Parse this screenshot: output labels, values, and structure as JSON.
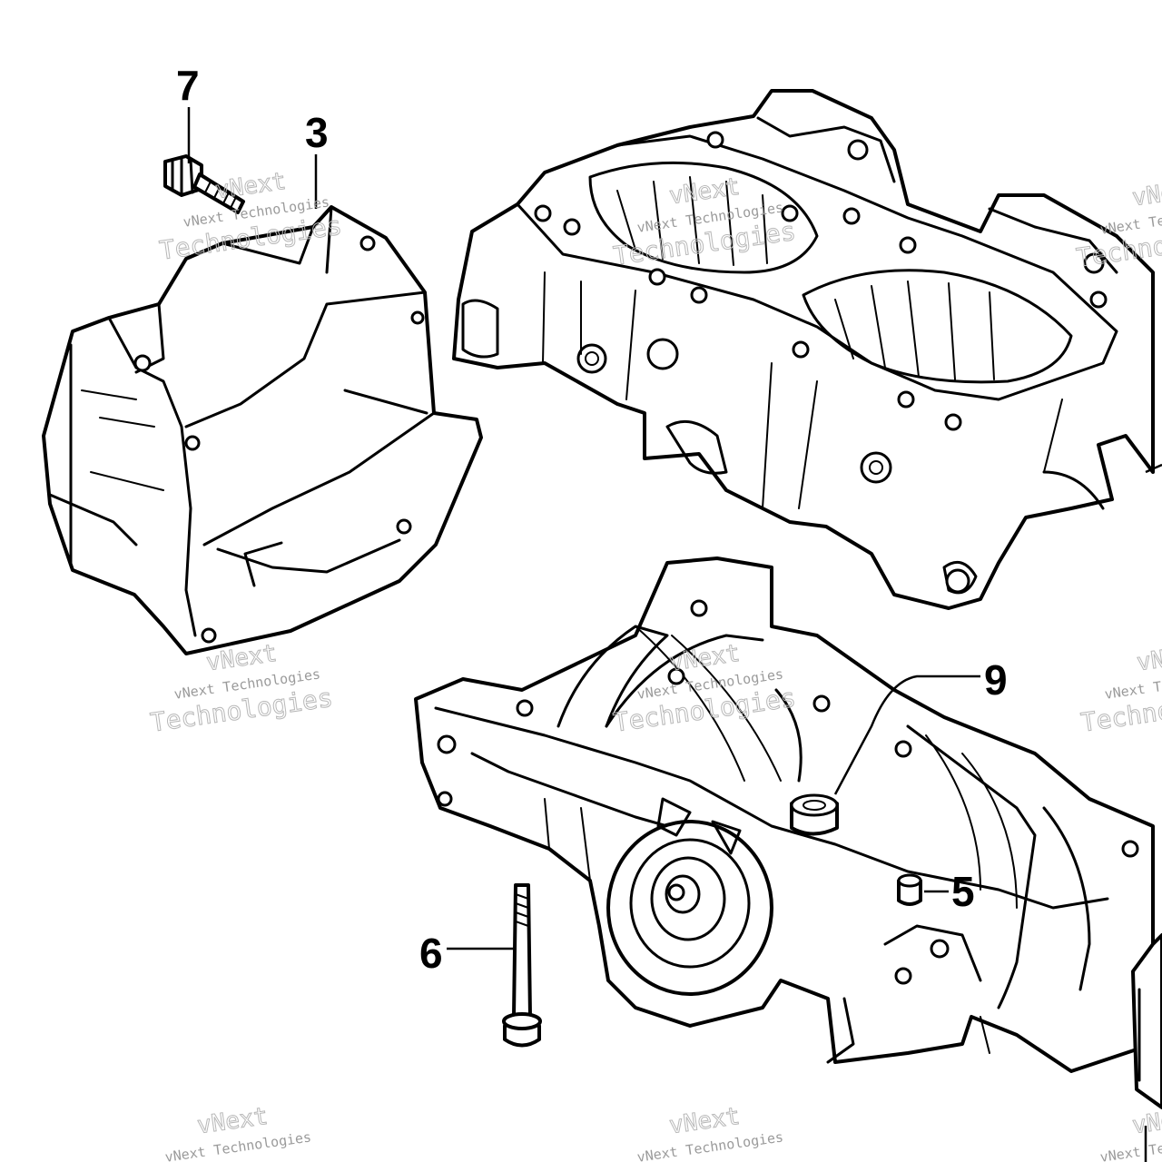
{
  "diagram": {
    "callouts": [
      {
        "id": "7",
        "label": "7"
      },
      {
        "id": "3",
        "label": "3"
      },
      {
        "id": "9",
        "label": "9"
      },
      {
        "id": "5",
        "label": "5"
      },
      {
        "id": "6",
        "label": "6"
      }
    ],
    "watermark": {
      "line1": "vNext",
      "line2": "vNext Technologies",
      "line3": "Technologies"
    }
  }
}
